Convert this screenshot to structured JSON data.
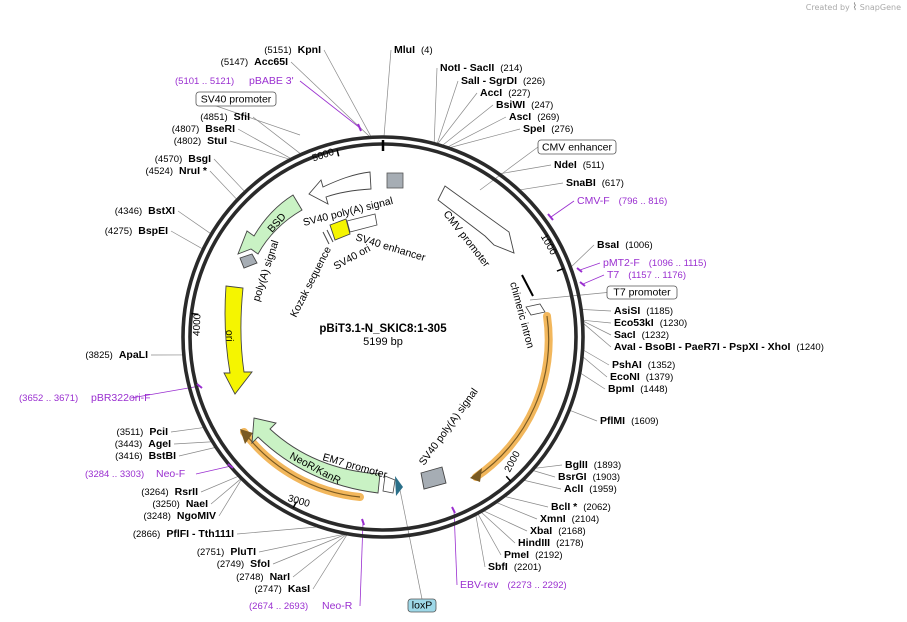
{
  "watermark": {
    "prefix": "Created by",
    "brand": "SnapGene"
  },
  "plasmid": {
    "name": "pBiT3.1-N_SKIC8:1-305",
    "length_label": "5199 bp",
    "length": 5199
  },
  "ticks": [
    {
      "label": "5000",
      "pos": 5000
    },
    {
      "label": "1000",
      "pos": 1000
    },
    {
      "label": "2000",
      "pos": 2000
    },
    {
      "label": "3000",
      "pos": 3000
    },
    {
      "label": "4000",
      "pos": 4000
    }
  ],
  "sites": [
    {
      "id": "kpni",
      "name": "KpnI",
      "pos": "(5151)"
    },
    {
      "id": "mlui",
      "name": "MluI",
      "pos": "(4)"
    },
    {
      "id": "acc65i",
      "name": "Acc65I",
      "pos": "(5147)"
    },
    {
      "id": "noti",
      "name": "NotI  - SacII",
      "pos": "(214)"
    },
    {
      "id": "sali",
      "name": "SalI  - SgrDI",
      "pos": "(226)"
    },
    {
      "id": "acci",
      "name": "AccI",
      "pos": "(227)"
    },
    {
      "id": "bsiwi",
      "name": "BsiWI",
      "pos": "(247)"
    },
    {
      "id": "asci",
      "name": "AscI",
      "pos": "(269)"
    },
    {
      "id": "spei",
      "name": "SpeI",
      "pos": "(276)"
    },
    {
      "id": "ndei",
      "name": "NdeI",
      "pos": "(511)"
    },
    {
      "id": "snabi",
      "name": "SnaBI",
      "pos": "(617)"
    },
    {
      "id": "bsai",
      "name": "BsaI",
      "pos": "(1006)"
    },
    {
      "id": "asisi",
      "name": "AsiSI",
      "pos": "(1185)"
    },
    {
      "id": "eco53ki",
      "name": "Eco53kI",
      "pos": "(1230)"
    },
    {
      "id": "saci",
      "name": "SacI",
      "pos": "(1232)"
    },
    {
      "id": "avai",
      "name": "AvaI  - BsoBI  - PaeR7I  - PspXI  - XhoI",
      "pos": "(1240)"
    },
    {
      "id": "pshai",
      "name": "PshAI",
      "pos": "(1352)"
    },
    {
      "id": "econi",
      "name": "EcoNI",
      "pos": "(1379)"
    },
    {
      "id": "bpmi",
      "name": "BpmI",
      "pos": "(1448)"
    },
    {
      "id": "pflmi",
      "name": "PflMI",
      "pos": "(1609)"
    },
    {
      "id": "bglii",
      "name": "BglII",
      "pos": "(1893)"
    },
    {
      "id": "bsrgi",
      "name": "BsrGI",
      "pos": "(1903)"
    },
    {
      "id": "acli",
      "name": "AclI",
      "pos": "(1959)"
    },
    {
      "id": "bcli",
      "name": "BclI *",
      "pos": "(2062)"
    },
    {
      "id": "xmni",
      "name": "XmnI",
      "pos": "(2104)"
    },
    {
      "id": "xbai",
      "name": "XbaI",
      "pos": "(2168)"
    },
    {
      "id": "hindiii",
      "name": "HindIII",
      "pos": "(2178)"
    },
    {
      "id": "pmei",
      "name": "PmeI",
      "pos": "(2192)"
    },
    {
      "id": "sbfi",
      "name": "SbfI",
      "pos": "(2201)"
    },
    {
      "id": "kasi",
      "name": "KasI",
      "pos": "(2747)"
    },
    {
      "id": "nari",
      "name": "NarI",
      "pos": "(2748)"
    },
    {
      "id": "sfoi",
      "name": "SfoI",
      "pos": "(2749)"
    },
    {
      "id": "pluti",
      "name": "PluTI",
      "pos": "(2751)"
    },
    {
      "id": "pflfi",
      "name": "PflFI  - Tth111I",
      "pos": "(2866)"
    },
    {
      "id": "ngomiv",
      "name": "NgoMIV",
      "pos": "(3248)"
    },
    {
      "id": "naei",
      "name": "NaeI",
      "pos": "(3250)"
    },
    {
      "id": "rsrii",
      "name": "RsrII",
      "pos": "(3264)"
    },
    {
      "id": "bstbi",
      "name": "BstBI",
      "pos": "(3416)"
    },
    {
      "id": "agei",
      "name": "AgeI",
      "pos": "(3443)"
    },
    {
      "id": "pcii",
      "name": "PciI",
      "pos": "(3511)"
    },
    {
      "id": "apali",
      "name": "ApaLI",
      "pos": "(3825)"
    },
    {
      "id": "bspei",
      "name": "BspEI",
      "pos": "(4275)"
    },
    {
      "id": "bstxi",
      "name": "BstXI",
      "pos": "(4346)"
    },
    {
      "id": "nrui",
      "name": "NruI *",
      "pos": "(4524)"
    },
    {
      "id": "bsgi",
      "name": "BsgI",
      "pos": "(4570)"
    },
    {
      "id": "stui",
      "name": "StuI",
      "pos": "(4802)"
    },
    {
      "id": "bseri",
      "name": "BseRI",
      "pos": "(4807)"
    },
    {
      "id": "sfii",
      "name": "SfiI",
      "pos": "(4851)"
    }
  ],
  "primers": [
    {
      "id": "pbabe3",
      "name": "pBABE 3'",
      "range": "(5101 .. 5121)"
    },
    {
      "id": "cmvf",
      "name": "CMV-F",
      "range": "(796 .. 816)"
    },
    {
      "id": "pmt2f",
      "name": "pMT2-F",
      "range": "(1096 .. 1115)"
    },
    {
      "id": "t7",
      "name": "T7",
      "range": "(1157 .. 1176)"
    },
    {
      "id": "pbr322orif",
      "name": "pBR322ori-F",
      "range": "(3652 .. 3671)"
    },
    {
      "id": "neof",
      "name": "Neo-F",
      "range": "(3284 .. 3303)"
    },
    {
      "id": "neor",
      "name": "Neo-R",
      "range": "(2674 .. 2693)"
    },
    {
      "id": "ebvrev",
      "name": "EBV-rev",
      "range": "(2273 .. 2292)"
    }
  ],
  "boxed_labels": [
    {
      "id": "sv40-promoter",
      "text": "SV40 promoter"
    },
    {
      "id": "cmv-enhancer",
      "text": "CMV enhancer"
    },
    {
      "id": "t7-promoter",
      "text": "T7 promoter"
    },
    {
      "id": "loxp",
      "text": "loxP"
    }
  ],
  "features": [
    {
      "id": "cmv-promoter",
      "text": "CMV promoter"
    },
    {
      "id": "chimeric-intron",
      "text": "chimeric intron"
    },
    {
      "id": "sv40-polya-right",
      "text": "SV40 poly(A) signal"
    },
    {
      "id": "em7-promoter",
      "text": "EM7 promoter"
    },
    {
      "id": "neor-kanr",
      "text": "NeoR/KanR"
    },
    {
      "id": "ori",
      "text": "ori"
    },
    {
      "id": "polya-signal",
      "text": "poly(A) signal"
    },
    {
      "id": "bsd",
      "text": "BSD"
    },
    {
      "id": "sv40-polya-top",
      "text": "SV40 poly(A) signal"
    },
    {
      "id": "kozak",
      "text": "Kozak sequence"
    },
    {
      "id": "sv40-ori",
      "text": "SV40 ori"
    },
    {
      "id": "sv40-enhancer",
      "text": "SV40 enhancer"
    }
  ],
  "colors": {
    "backbone": "#2a2a2a",
    "primer": "#9a2fd0",
    "promoter_fill": "#ffffff",
    "marker_fill": "#c9f2c4",
    "ori_fill": "#f5f500",
    "polya_fill": "#a6adb4",
    "orf_highlight": "#f2b75c",
    "loxp_fill": "#9ed8e8"
  }
}
